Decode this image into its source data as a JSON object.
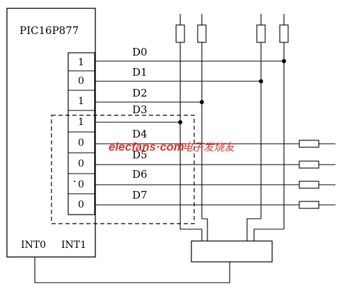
{
  "chip": {
    "name": "PIC16P877",
    "int0": "INT0",
    "int1": "INT1"
  },
  "bits": [
    "1",
    "0",
    "1",
    "1",
    "0",
    "0",
    "0",
    "0"
  ],
  "data_lines": [
    "D0",
    "D1",
    "D2",
    "D3",
    "D4",
    "D5",
    "D6",
    "D7"
  ],
  "watermark": {
    "brand": "elecfans",
    "dot": "·",
    "tld": "com",
    "cn": "电子发烧友"
  },
  "colors": {
    "line": "#000000",
    "watermark_red": "#e0342b"
  }
}
